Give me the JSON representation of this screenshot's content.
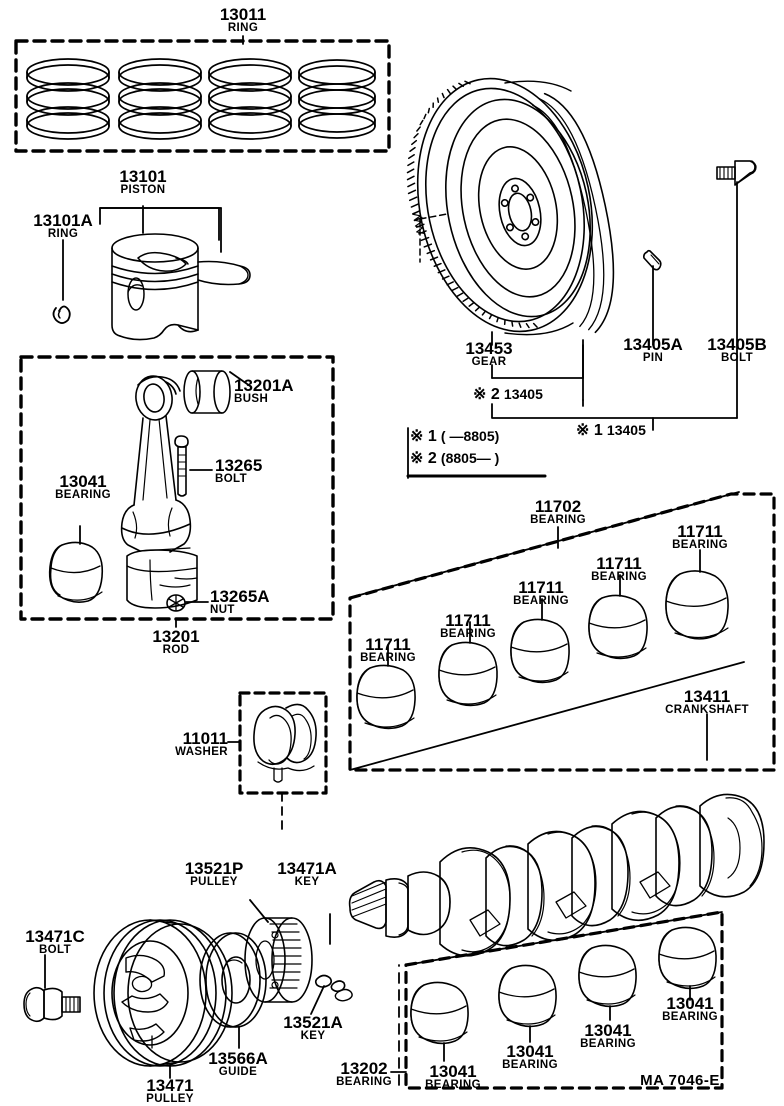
{
  "diagram": {
    "footer_code": "MA 7046-E",
    "ink": "#000000",
    "background": "#ffffff"
  },
  "notes": [
    {
      "id": "note-1",
      "mark": "※ 1",
      "text": "(          —8805)"
    },
    {
      "id": "note-2",
      "mark": "※ 2",
      "text": "(8805—          )"
    }
  ],
  "callouts": [
    {
      "id": "ring-13011",
      "number": "13011",
      "desc": "RING"
    },
    {
      "id": "piston-13101",
      "number": "13101",
      "desc": "PISTON"
    },
    {
      "id": "ring-13101a",
      "number": "13101A",
      "desc": "RING"
    },
    {
      "id": "bush-13201a",
      "number": "13201A",
      "desc": "BUSH"
    },
    {
      "id": "bolt-13265",
      "number": "13265",
      "desc": "BOLT"
    },
    {
      "id": "bearing-13041-rod",
      "number": "13041",
      "desc": "BEARING"
    },
    {
      "id": "nut-13265a",
      "number": "13265A",
      "desc": "NUT"
    },
    {
      "id": "rod-13201",
      "number": "13201",
      "desc": "ROD"
    },
    {
      "id": "gear-13453",
      "number": "13453",
      "desc": "GEAR"
    },
    {
      "id": "pin-13405a",
      "number": "13405A",
      "desc": "PIN"
    },
    {
      "id": "bolt-13405b",
      "number": "13405B",
      "desc": "BOLT"
    },
    {
      "id": "bearing-11702",
      "number": "11702",
      "desc": "BEARING"
    },
    {
      "id": "bearing-11711-1",
      "number": "11711",
      "desc": "BEARING"
    },
    {
      "id": "bearing-11711-2",
      "number": "11711",
      "desc": "BEARING"
    },
    {
      "id": "bearing-11711-3",
      "number": "11711",
      "desc": "BEARING"
    },
    {
      "id": "bearing-11711-4",
      "number": "11711",
      "desc": "BEARING"
    },
    {
      "id": "bearing-11711-5",
      "number": "11711",
      "desc": "BEARING"
    },
    {
      "id": "crankshaft-13411",
      "number": "13411",
      "desc": "CRANKSHAFT"
    },
    {
      "id": "washer-11011",
      "number": "11011",
      "desc": "WASHER"
    },
    {
      "id": "pulley-13521p",
      "number": "13521P",
      "desc": "PULLEY"
    },
    {
      "id": "key-13471a",
      "number": "13471A",
      "desc": "KEY"
    },
    {
      "id": "key-13521a",
      "number": "13521A",
      "desc": "KEY"
    },
    {
      "id": "bolt-13471c",
      "number": "13471C",
      "desc": "BOLT"
    },
    {
      "id": "guide-13566a",
      "number": "13566A",
      "desc": "GUIDE"
    },
    {
      "id": "pulley-13471",
      "number": "13471",
      "desc": "PULLEY"
    },
    {
      "id": "bearing-13202",
      "number": "13202",
      "desc": "BEARING"
    },
    {
      "id": "bearing-13041-1",
      "number": "13041",
      "desc": "BEARING"
    },
    {
      "id": "bearing-13041-2",
      "number": "13041",
      "desc": "BEARING"
    },
    {
      "id": "bearing-13041-3",
      "number": "13041",
      "desc": "BEARING"
    },
    {
      "id": "bearing-13041-4",
      "number": "13041",
      "desc": "BEARING"
    }
  ],
  "flywheel_group": {
    "mark2_label": "※ 2",
    "mark2_part": "13405",
    "mark1_label": "※ 1",
    "mark1_part": "13405"
  }
}
